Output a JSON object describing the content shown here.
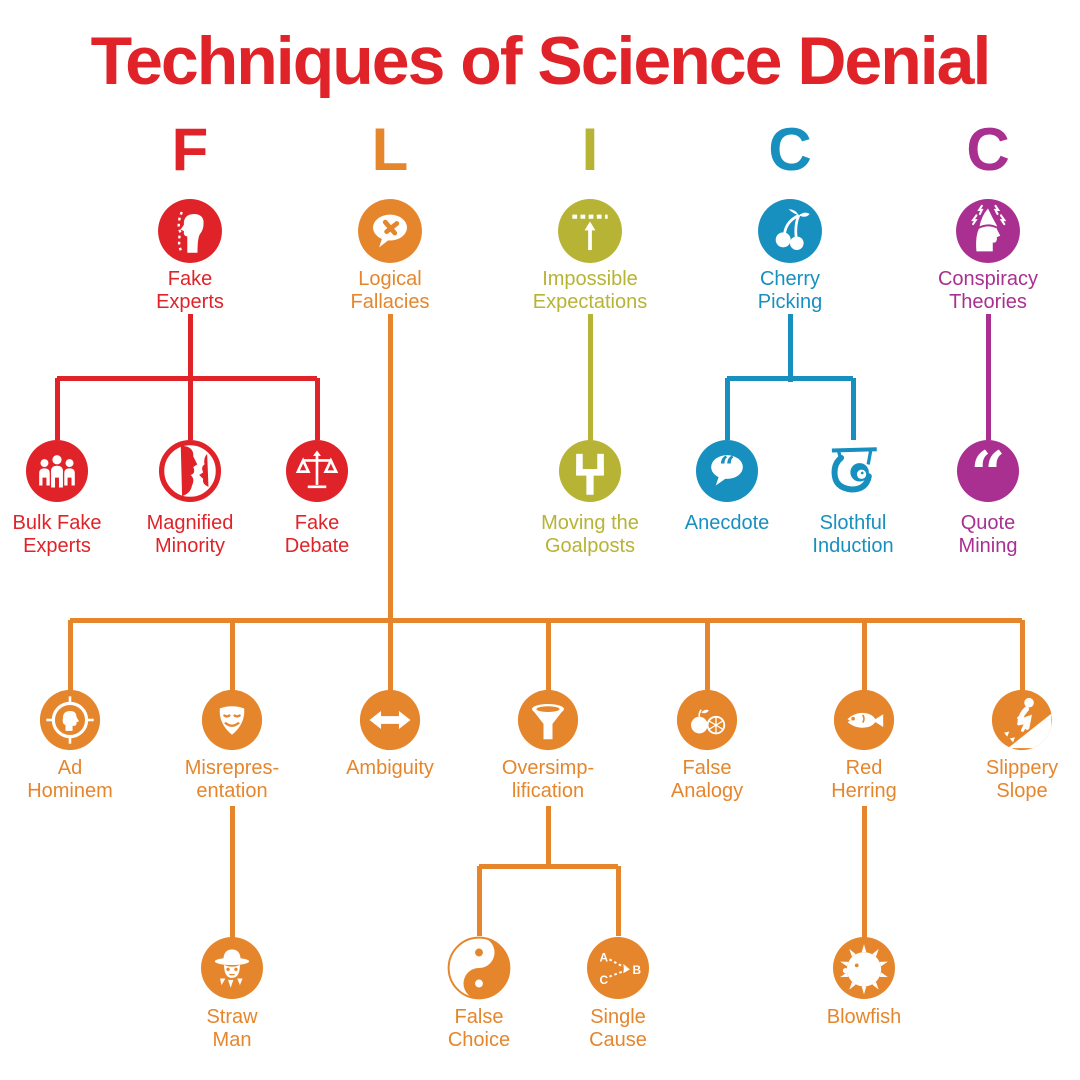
{
  "title": "Techniques of Science Denial",
  "palette": {
    "red": "#e02329",
    "orange": "#e6862c",
    "olive": "#b7b335",
    "blue": "#1790c0",
    "magenta": "#a93090"
  },
  "letters": {
    "f": "F",
    "l": "L",
    "i": "I",
    "c1": "C",
    "c2": "C"
  },
  "nodes": {
    "fake_experts": {
      "label": "Fake\nExperts"
    },
    "logical_fallacies": {
      "label": "Logical\nFallacies"
    },
    "impossible_expectations": {
      "label": "Impossible\nExpectations"
    },
    "cherry_picking": {
      "label": "Cherry\nPicking"
    },
    "conspiracy_theories": {
      "label": "Conspiracy\nTheories"
    },
    "bulk_fake_experts": {
      "label": "Bulk Fake\nExperts"
    },
    "magnified_minority": {
      "label": "Magnified\nMinority"
    },
    "fake_debate": {
      "label": "Fake\nDebate"
    },
    "moving_goalposts": {
      "label": "Moving the\nGoalposts"
    },
    "anecdote": {
      "label": "Anecdote"
    },
    "slothful_induction": {
      "label": "Slothful\nInduction"
    },
    "quote_mining": {
      "label": "Quote\nMining"
    },
    "ad_hominem": {
      "label": "Ad\nHominem"
    },
    "misrepresentation": {
      "label": "Misrepres-\nentation"
    },
    "ambiguity": {
      "label": "Ambiguity"
    },
    "oversimplification": {
      "label": "Oversimp-\nlification"
    },
    "false_analogy": {
      "label": "False\nAnalogy"
    },
    "red_herring": {
      "label": "Red\nHerring"
    },
    "slippery_slope": {
      "label": "Slippery\nSlope"
    },
    "straw_man": {
      "label": "Straw\nMan"
    },
    "false_choice": {
      "label": "False\nChoice"
    },
    "single_cause": {
      "label": "Single\nCause"
    },
    "blowfish": {
      "label": "Blowfish"
    }
  }
}
